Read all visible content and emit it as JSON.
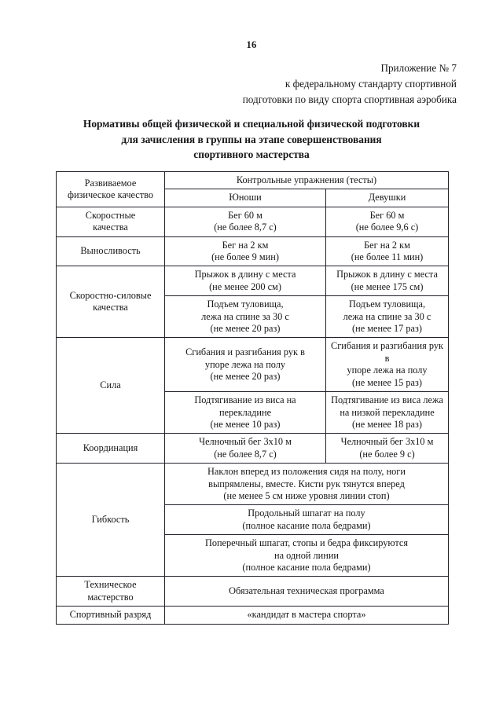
{
  "page": {
    "number": "16"
  },
  "appendix": {
    "line1": "Приложение № 7",
    "line2": "к федеральному стандарту спортивной",
    "line3": "подготовки по виду спорта спортивная аэробика"
  },
  "title": {
    "line1": "Нормативы общей физической и специальной физической подготовки",
    "line2": "для зачисления в группы на этапе совершенствования",
    "line3": "спортивного мастерства"
  },
  "table": {
    "headers": {
      "quality_line1": "Развиваемое",
      "quality_line2": "физическое качество",
      "tests": "Контрольные упражнения (тесты)",
      "boys": "Юноши",
      "girls": "Девушки"
    },
    "rows": [
      {
        "quality": [
          "Скоростные",
          "качества"
        ],
        "boys": [
          "Бег 60 м",
          "(не более 8,7 с)"
        ],
        "girls": [
          "Бег 60 м",
          "(не более 9,6 с)"
        ]
      },
      {
        "quality": [
          "Выносливость"
        ],
        "boys": [
          "Бег на 2 км",
          "(не более 9 мин)"
        ],
        "girls": [
          "Бег на 2 км",
          "(не более 11 мин)"
        ]
      },
      {
        "quality": [
          "Скоростно-силовые",
          "качества"
        ],
        "boys": [
          "Прыжок в длину с места",
          "(не менее 200 см)"
        ],
        "girls": [
          "Прыжок в длину с места",
          "(не менее 175 см)"
        ]
      },
      {
        "quality": null,
        "boys": [
          "Подъем туловища,",
          "лежа на спине за 30 с",
          "(не менее 20 раз)"
        ],
        "girls": [
          "Подъем туловища,",
          "лежа на спине за 30 с",
          "(не менее 17 раз)"
        ]
      },
      {
        "quality": [
          "Сила"
        ],
        "boys": [
          "Сгибания и разгибания рук в",
          "упоре лежа на полу",
          "(не менее 20 раз)"
        ],
        "girls": [
          "Сгибания и разгибания рук в",
          "упоре лежа на полу",
          "(не менее 15 раз)"
        ]
      },
      {
        "quality": null,
        "boys": [
          "Подтягивание из виса на",
          "перекладине",
          "(не менее 10 раз)"
        ],
        "girls": [
          "Подтягивание из виса лежа",
          "на низкой перекладине",
          "(не менее 18 раз)"
        ]
      },
      {
        "quality": [
          "Координация"
        ],
        "boys": [
          "Челночный бег 3х10 м",
          "(не более 8,7 с)"
        ],
        "girls": [
          "Челночный бег 3х10 м",
          "(не более 9 с)"
        ]
      }
    ],
    "flexibility": {
      "label": "Гибкость",
      "items": [
        [
          "Наклон вперед из положения сидя на полу, ноги",
          "выпрямлены, вместе. Кисти рук тянутся вперед",
          "(не менее 5 см ниже уровня линии стоп)"
        ],
        [
          "Продольный шпагат на полу",
          "(полное касание пола бедрами)"
        ],
        [
          "Поперечный шпагат, стопы и бедра фиксируются",
          "на одной линии",
          "(полное касание пола бедрами)"
        ]
      ]
    },
    "technical": {
      "quality": [
        "Техническое",
        "мастерство"
      ],
      "value": [
        "Обязательная техническая программа"
      ]
    },
    "rank": {
      "quality": [
        "Спортивный разряд"
      ],
      "value": [
        "«кандидат в мастера спорта»"
      ]
    }
  }
}
